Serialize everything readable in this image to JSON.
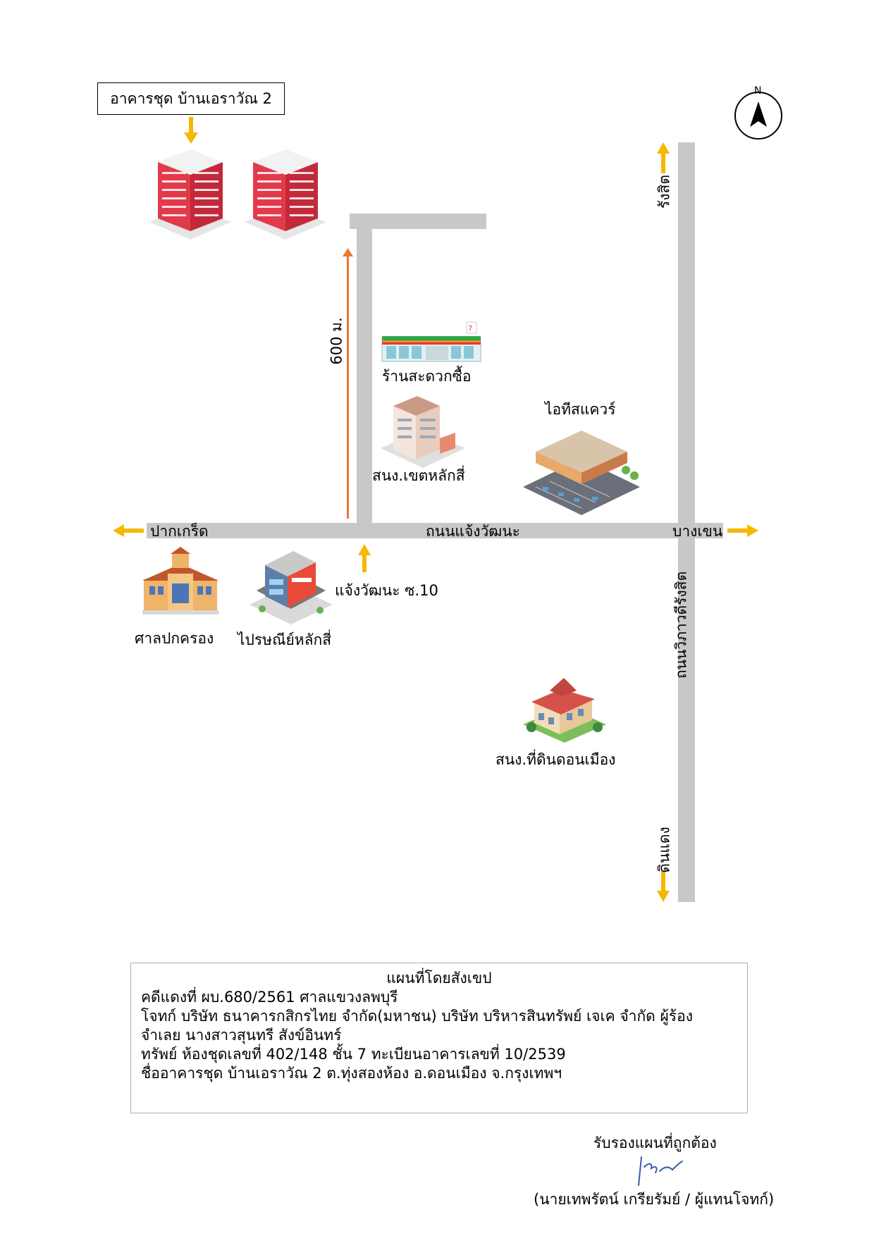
{
  "title_label": "อาคารชุด บ้านเอราวัณ 2",
  "north_label": "N",
  "roads": {
    "main_road": "ถนนแจ้งวัฒนะ",
    "soi": "แจ้งวัฒนะ ซ.10",
    "vibhavadi": "ถนนวิภาวดีรังสิต"
  },
  "directions": {
    "west": "ปากเกร็ด",
    "east": "บางเขน",
    "north": "รังสิต",
    "south": "ดินแดง"
  },
  "distance_label": "600 ม.",
  "places": {
    "convenience_store": "ร้านสะดวกซื้อ",
    "land_office_laksi": "สนง.เขตหลักสี่",
    "it_square": "ไอทีสแควร์",
    "court": "ศาลปกครอง",
    "post_office": "ไปรษณีย์หลักสี่",
    "land_office_donmueang": "สนง.ที่ดินดอนเมือง"
  },
  "info": {
    "heading": "แผนที่โดยสังเขป",
    "lines": [
      "คดีแดงที่ ผบ.680/2561 ศาลแขวงลพบุรี",
      "โจทก์ บริษัท ธนาคารกสิกรไทย จำกัด(มหาชน) บริษัท บริหารสินทรัพย์ เจเค จำกัด ผู้ร้อง",
      "จำเลย นางสาวสุนทรี  สังข์อินทร์",
      "ทรัพย์ ห้องชุดเลขที่ 402/148 ชั้น 7 ทะเบียนอาคารเลขที่ 10/2539",
      "ชื่ออาคารชุด บ้านเอราวัณ 2 ต.ทุ่งสองห้อง อ.ดอนเมือง จ.กรุงเทพฯ"
    ]
  },
  "certification": {
    "label": "รับรองแผนที่ถูกต้อง",
    "signer": "(นายเทพรัตน์ เกรียรัมย์ / ผู้แทนโจทก์)"
  },
  "colors": {
    "road": "#c8c8c8",
    "arrow": "#f5b800",
    "route": "#e87a2b",
    "building_red": "#e23a4a"
  }
}
